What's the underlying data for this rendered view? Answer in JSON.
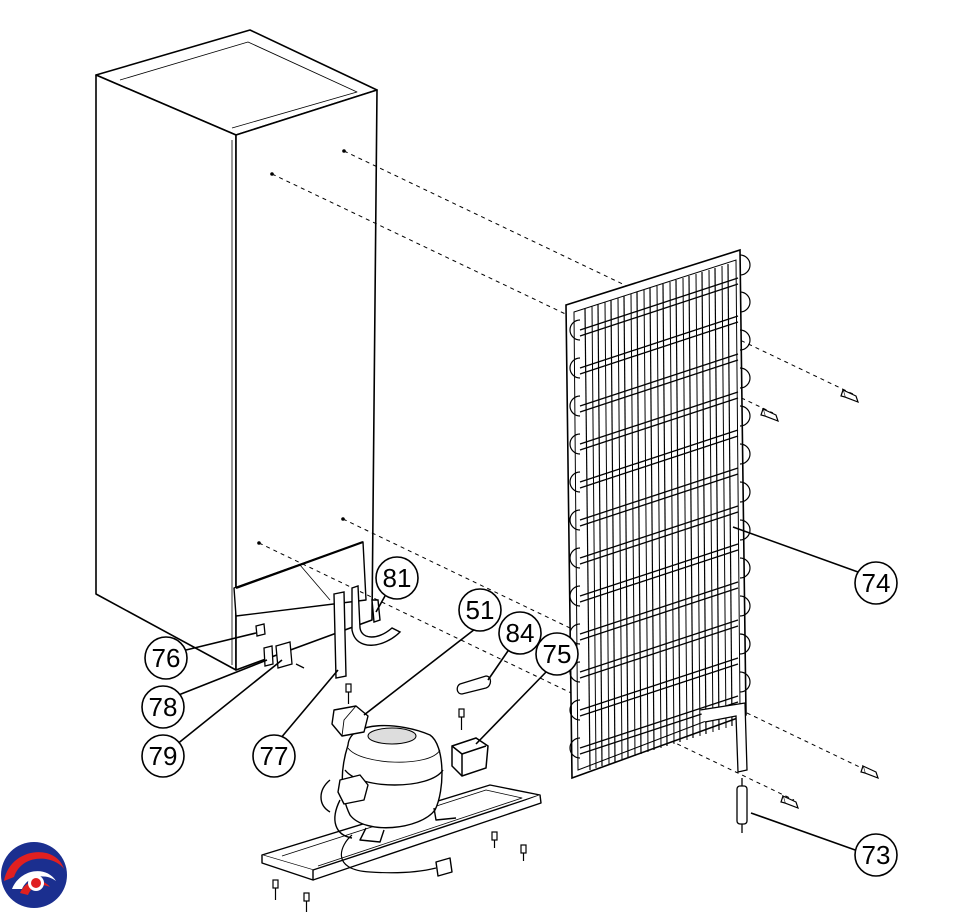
{
  "callouts": [
    {
      "id": "c73",
      "label": "73"
    },
    {
      "id": "c74",
      "label": "74"
    },
    {
      "id": "c75",
      "label": "75"
    },
    {
      "id": "c76",
      "label": "76"
    },
    {
      "id": "c77",
      "label": "77"
    },
    {
      "id": "c78",
      "label": "78"
    },
    {
      "id": "c79",
      "label": "79"
    },
    {
      "id": "c81",
      "label": "81"
    },
    {
      "id": "c51",
      "label": "51"
    },
    {
      "id": "c84",
      "label": "84"
    }
  ],
  "logo": {
    "icon": "brand-swirl-logo",
    "colors": [
      "#1b2f8f",
      "#e02020"
    ]
  }
}
